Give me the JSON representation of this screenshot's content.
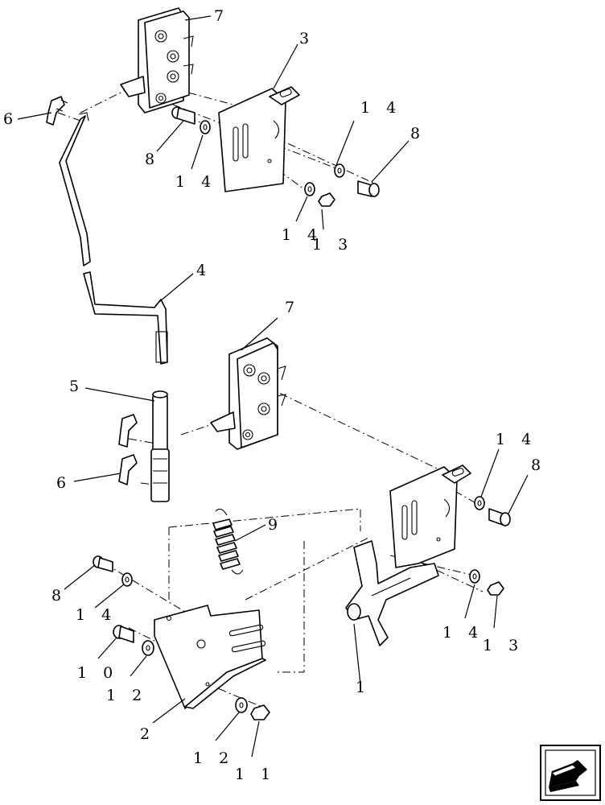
{
  "callouts": {
    "c7_top": "7",
    "c3": "3",
    "c6_top": "6",
    "c8_mid": "8",
    "c14_mid": "1 4",
    "c14_right_top": "1 4",
    "c8_right_top": "8",
    "c14_lower_top": "1 4",
    "c13_top": "1 3",
    "c4": "4",
    "c7_mid": "7",
    "c5": "5",
    "c6_mid": "6",
    "c14_right": "1 4",
    "c8_right": "8",
    "c9": "9",
    "c8_left": "8",
    "c14_left": "1 4",
    "c10": "1 0",
    "c12_left": "1 2",
    "c1": "1",
    "c14_bottom_right": "1 4",
    "c13_bottom": "1 3",
    "c2": "2",
    "c12_bottom": "1 2",
    "c11": "1 1"
  },
  "icons": {
    "corner": "next-page-arrow-icon"
  }
}
